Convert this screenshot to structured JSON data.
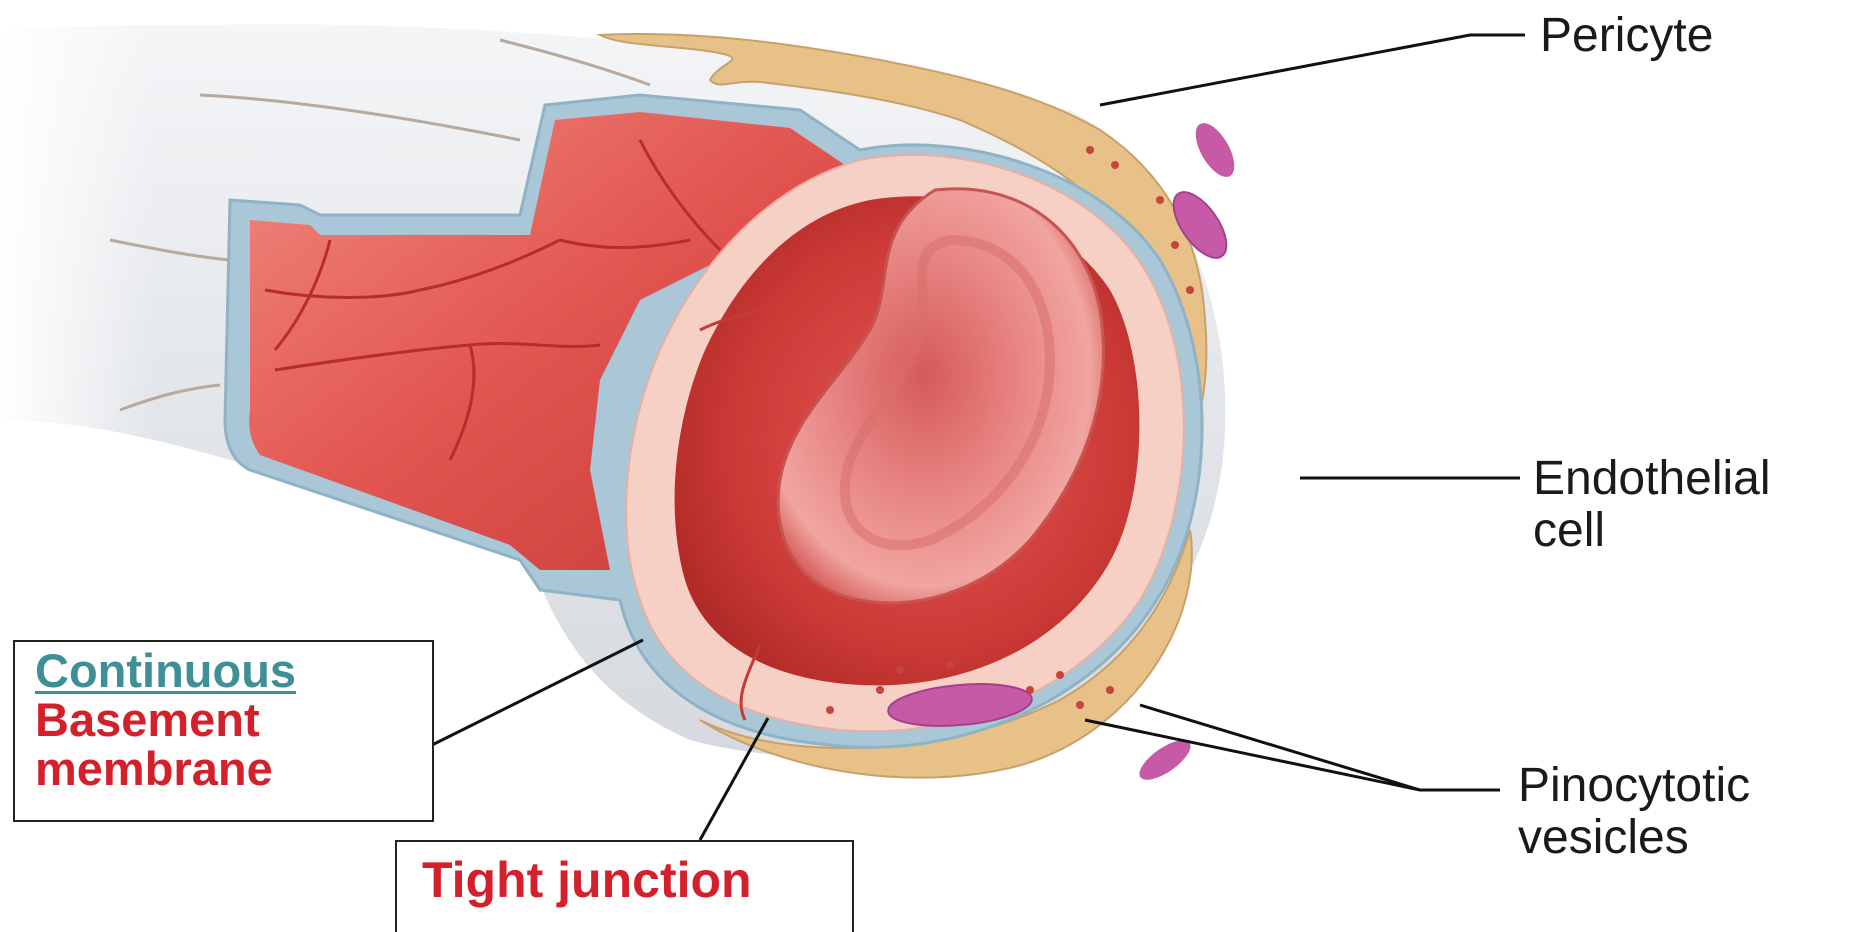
{
  "labels": {
    "pericyte": "Pericyte",
    "endothelial_line1": "Endothelial",
    "endothelial_line2": "cell",
    "pinocytotic_line1": "Pinocytotic",
    "pinocytotic_line2": "vesicles",
    "continuous": "Continuous",
    "basement_line1": "Basement",
    "basement_line2": "membrane",
    "tight_junction": "Tight junction"
  },
  "colors": {
    "vessel_interior": "#d9534f",
    "vessel_wall": "#e6e8eb",
    "basement_membrane": "#a9c7d6",
    "endothelium": "#f6cfc5",
    "pericyte": "#e7c188",
    "nucleus": "#c65aa6",
    "red_blood_cell": "#e27674",
    "teal_text": "#3f8f96",
    "red_text": "#d3202a"
  }
}
